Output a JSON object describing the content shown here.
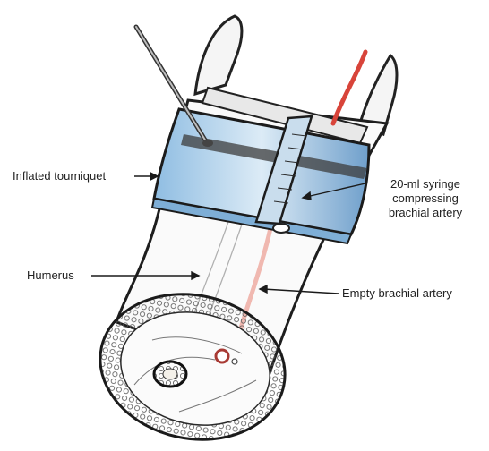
{
  "labels": {
    "tourniquet": "Inflated tourniquet",
    "syringe_line1": "20-ml syringe",
    "syringe_line2": "compressing",
    "syringe_line3": "brachial artery",
    "humerus": "Humerus",
    "empty_artery": "Empty brachial artery"
  },
  "colors": {
    "ink": "#1a1a1a",
    "skin_outline": "#2a2a2a",
    "cuff_fill": "#cfe3f2",
    "cuff_shade": "#6fa8d6",
    "artery_red": "#d8443a",
    "artery_pink": "#f0b8b0",
    "bone_fill": "#f4f1ea",
    "tissue_cell": "#9a9a9a"
  },
  "icons": {
    "arrow": "arrow-icon",
    "tube": "tourniquet-tube-icon"
  }
}
